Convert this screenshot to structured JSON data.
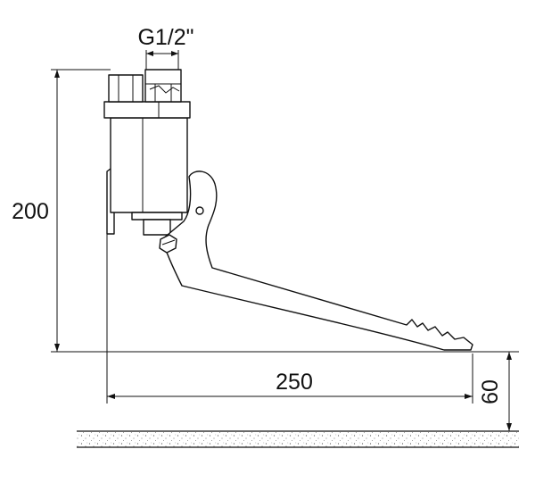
{
  "dimensions": {
    "connection": "G1/2\"",
    "height": "200",
    "length": "250",
    "clearance": "60"
  }
}
